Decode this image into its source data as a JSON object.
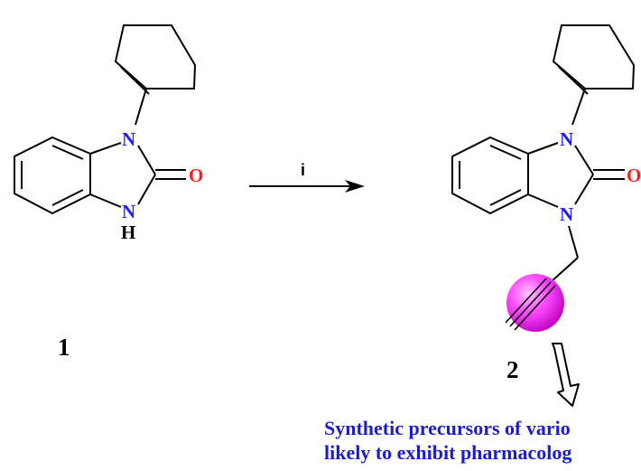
{
  "compound_1": {
    "label": "1",
    "atoms": {
      "n1": "N",
      "n3": "N",
      "h": "H",
      "o": "O"
    }
  },
  "reaction": {
    "reagent": "i"
  },
  "compound_2": {
    "label": "2",
    "atoms": {
      "n1": "N",
      "n3": "N",
      "o": "O"
    }
  },
  "caption": {
    "line1": "Synthetic precursors of vario",
    "line2": "likely to exhibit pharmacolog"
  },
  "colors": {
    "nitrogen": "#1c1cff",
    "oxygen": "#ff1c1c",
    "bond": "#000000",
    "highlight": "#ff00ff",
    "caption": "#1c1ccc"
  }
}
